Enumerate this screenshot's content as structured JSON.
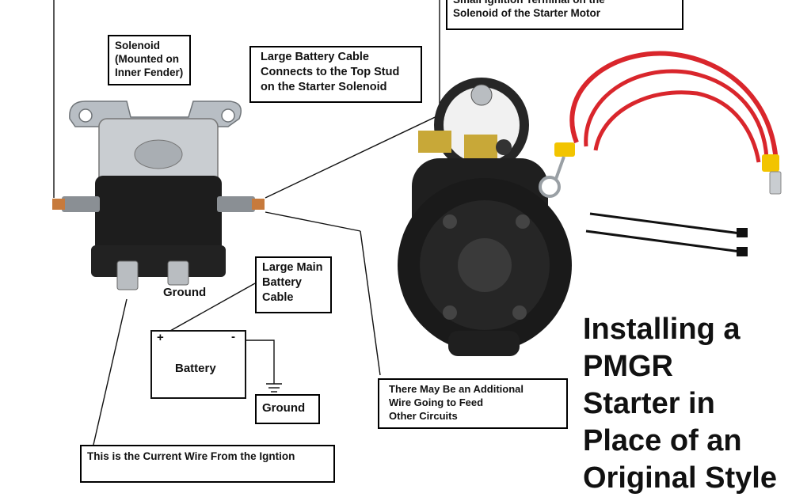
{
  "labels": {
    "ignition_terminal": [
      "Small Ignition Terminal on the",
      "Solenoid of the Starter Motor"
    ],
    "solenoid": [
      "Solenoid",
      "(Mounted on",
      "Inner Fender)"
    ],
    "large_battery_cable": [
      "Large Battery Cable",
      "Connects to the Top Stud",
      "on the Starter Solenoid"
    ],
    "ground_solenoid": "Ground",
    "large_main_battery_cable": [
      "Large Main",
      "Battery",
      "Cable"
    ],
    "battery": "Battery",
    "battery_plus": "+",
    "battery_minus": "-",
    "ground_battery": "Ground",
    "additional_wire": [
      "There May Be an Additional",
      "Wire Going to Feed",
      "Other Circuits"
    ],
    "current_wire": "This is the Current Wire From the Igntion"
  },
  "title_lines": [
    "Installing a",
    "PMGR",
    "Starter in",
    "Place of an",
    "Original Style"
  ],
  "colors": {
    "wire_red": "#d9262c",
    "terminal_yellow": "#f2c400",
    "copper": "#c77a3c",
    "solenoid_body": "#1d1d1d",
    "bracket_silver": "#b8bec4"
  }
}
